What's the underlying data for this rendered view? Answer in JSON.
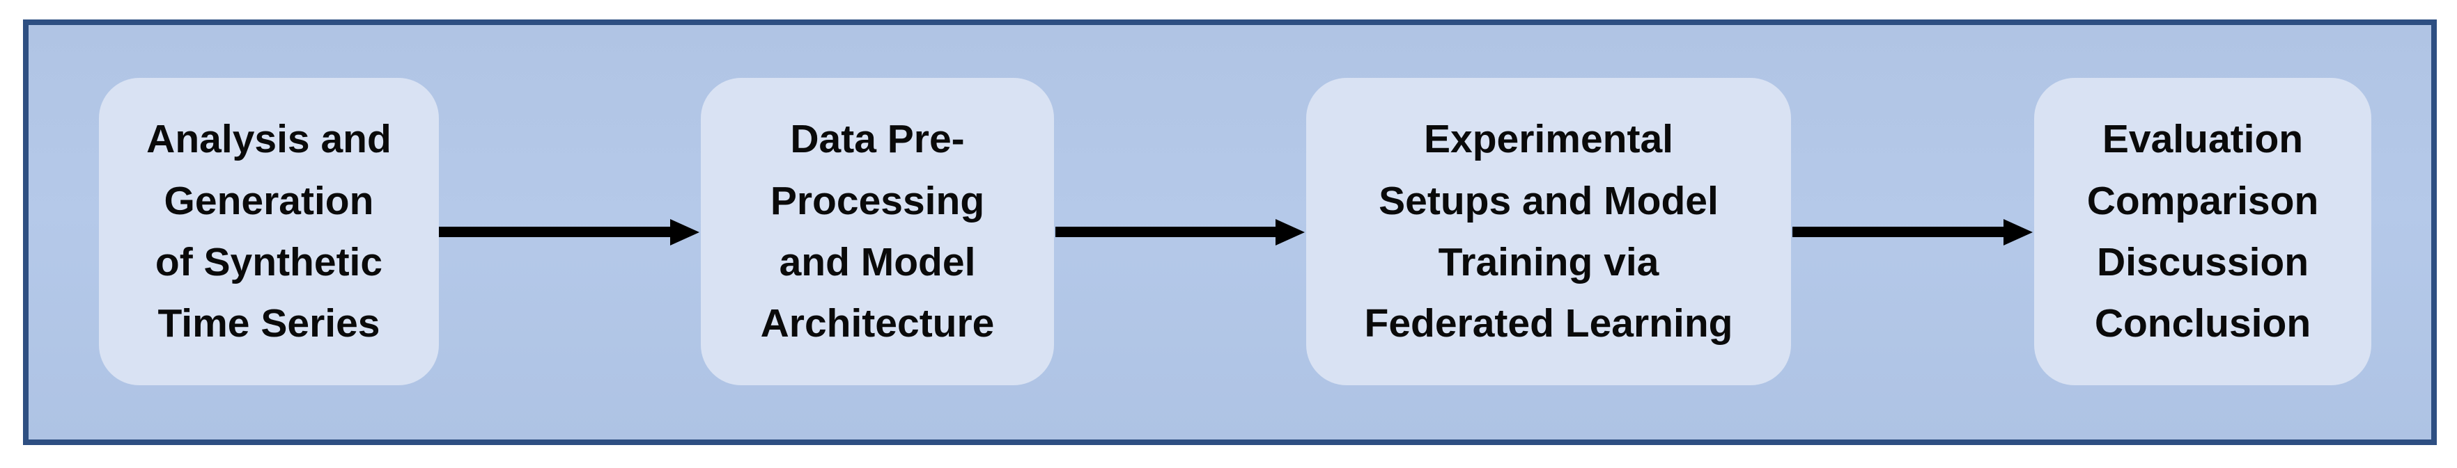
{
  "diagram": {
    "type": "process-flowchart",
    "colors": {
      "panel_background": "#b3c7e7",
      "panel_border": "#2e4f82",
      "box_fill": "#d9e2f3",
      "arrow": "#000000",
      "text": "#0a0a0a"
    },
    "steps": [
      {
        "label": "Analysis and Generation of Synthetic Time Series",
        "lines": [
          "Analysis and",
          "Generation",
          "of Synthetic",
          "Time Series"
        ]
      },
      {
        "label": "Data Pre-Processing and Model Architecture",
        "lines": [
          "Data Pre-",
          "Processing",
          "and Model",
          "Architecture"
        ]
      },
      {
        "label": "Experimental Setups and Model Training via Federated Learning",
        "lines": [
          "Experimental",
          "Setups and Model",
          "Training via",
          "Federated Learning"
        ]
      },
      {
        "label": "Evaluation Comparison Discussion Conclusion",
        "lines": [
          "Evaluation",
          "Comparison",
          "Discussion",
          "Conclusion"
        ]
      }
    ],
    "arrows": [
      {
        "from": 1,
        "to": 2
      },
      {
        "from": 2,
        "to": 3
      },
      {
        "from": 3,
        "to": 4
      }
    ]
  }
}
